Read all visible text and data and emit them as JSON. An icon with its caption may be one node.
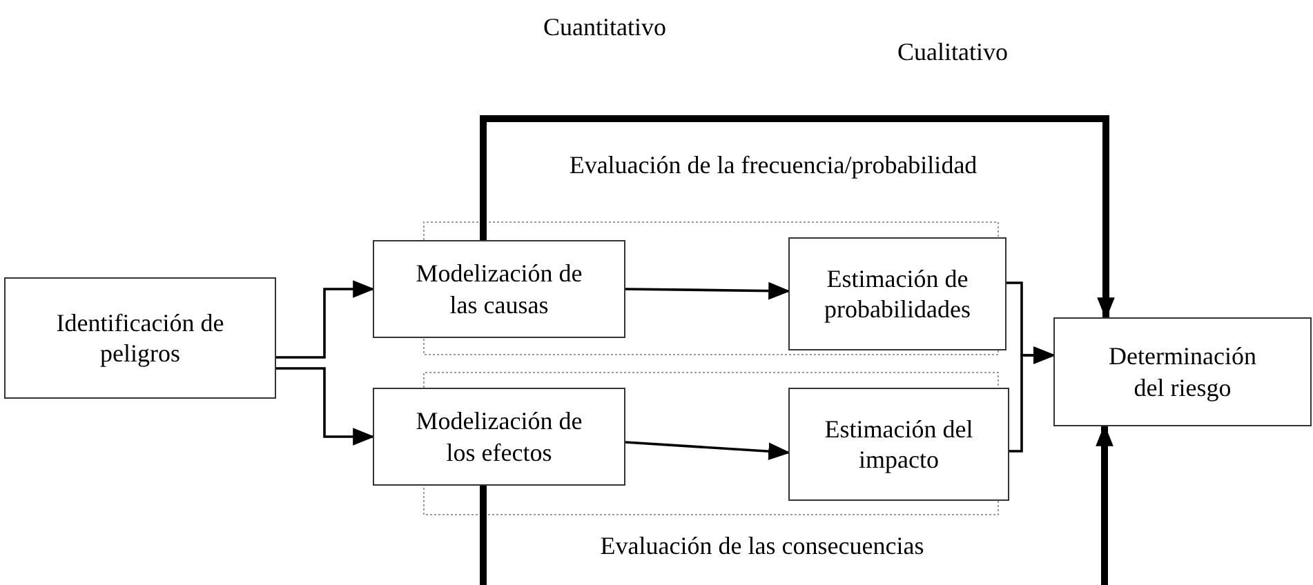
{
  "diagram": {
    "nodes": [
      {
        "text": [
          "Identificación de peligros"
        ]
      },
      {
        "text": [
          "Modelización de las causas"
        ]
      },
      {
        "text": [
          "Estimación de probabilidades"
        ]
      },
      {
        "text": [
          "Modelización de los efectos"
        ]
      },
      {
        "text": [
          "Estimación del impacto"
        ]
      },
      {
        "text": [
          "Determinación del riesgo"
        ]
      }
    ],
    "edges": [
      {
        "from": 0,
        "to": 1,
        "arrow": "to"
      },
      {
        "from": 0,
        "to": 3,
        "arrow": "to"
      },
      {
        "from": 1,
        "to": 2,
        "arrow": "to"
      },
      {
        "from": 3,
        "to": 4,
        "arrow": "to"
      },
      {
        "from": 2,
        "to": 5,
        "arrow": "to"
      },
      {
        "from": 4,
        "to": 5,
        "arrow": "to"
      },
      {
        "from": 1,
        "to": 5,
        "arrow": "to",
        "style": "thick",
        "label": "Evaluación de la frecuencia/probabilidad"
      },
      {
        "from": 3,
        "to": 5,
        "arrow": "to",
        "style": "thick",
        "label": "Evaluación de las consecuencias"
      }
    ],
    "labels": [
      "Cuantitativo",
      "Cualitativo"
    ]
  }
}
